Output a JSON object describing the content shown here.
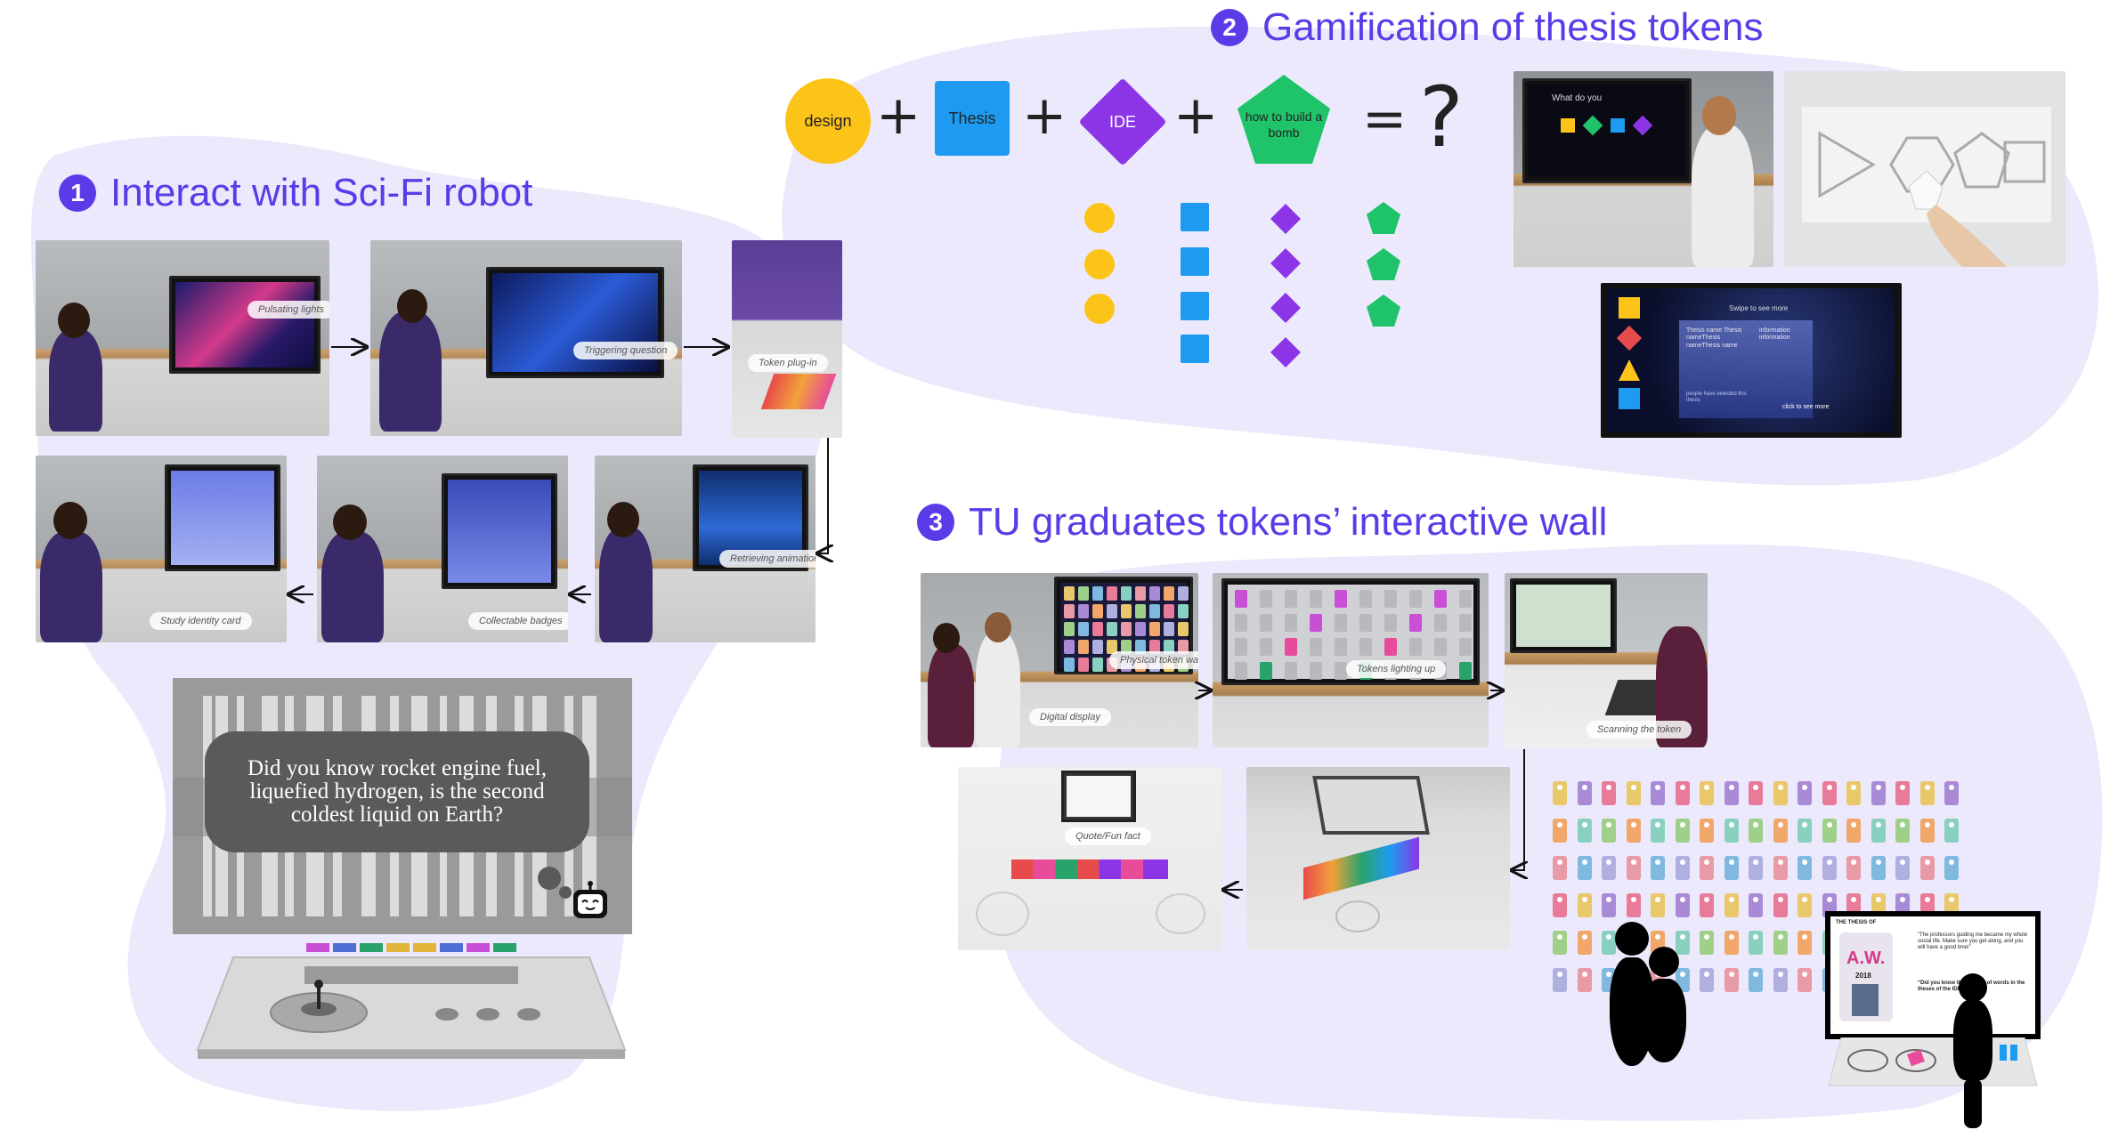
{
  "sections": [
    {
      "number": "1",
      "title": "Interact with Sci-Fi robot"
    },
    {
      "number": "2",
      "title": "Gamification of thesis tokens"
    },
    {
      "number": "3",
      "title": "TU graduates tokens’ interactive wall"
    }
  ],
  "section1": {
    "photo_labels": [
      "Pulsating lights",
      "Triggering question",
      "Token plug-in",
      "Retrieving animation",
      "Collectable badges",
      "Study identity card"
    ],
    "screen_text": "Did you know rocket engine fuel, liquefied hydrogen, is the second coldest liquid on Earth?",
    "robot_icon": "robot-face-icon",
    "button_colors": [
      "#c94fd6",
      "#4f6fd6",
      "#2aa36b",
      "#e0b53a",
      "#e0b53a",
      "#4f6fd6",
      "#c94fd6",
      "#2aa36b"
    ]
  },
  "section2": {
    "equation": {
      "terms": [
        "design",
        "Thesis",
        "IDE",
        "how to build a bomb"
      ],
      "plus": "+",
      "equals": "=",
      "result": "?"
    },
    "colors": {
      "circle": "#fcc419",
      "square": "#1e9bf0",
      "diamond": "#8c35e6",
      "pentagon": "#1fc46a"
    },
    "screen_texts": {
      "question": "What do you",
      "swipe": "Swipe to see more",
      "name": "Thesis name Thesis nameThesis nameThesis name",
      "info": "information information",
      "cta": "click to see more",
      "footer": "people have selected this thesis"
    }
  },
  "section3": {
    "photo_labels": [
      "Physical token wall",
      "Digital display",
      "Tokens lighting up",
      "Scanning the token",
      "Quote/Fun fact"
    ],
    "kiosk": {
      "heading": "THE THESIS OF",
      "initials": "A.W.",
      "year": "2018",
      "quote1": "“The professors guiding me became my whole social life. Make sure you get along, and you will have a good time!”",
      "quote2": "“Did you know the amount of words in the theses of the IDE faculty?”"
    }
  }
}
